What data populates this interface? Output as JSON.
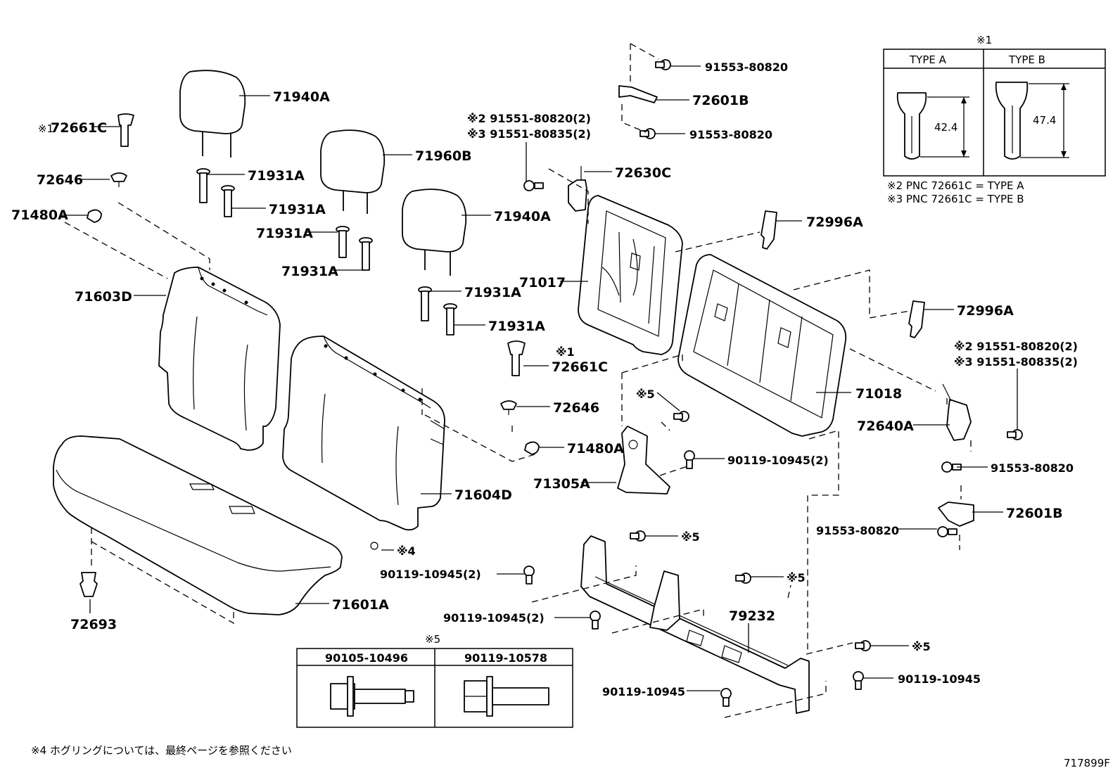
{
  "labels": {
    "p71940A_a": "71940A",
    "p72661C_a": "72661C",
    "p72661C_a_mark": "※1",
    "p72646_a": "72646",
    "p71480A_a": "71480A",
    "p71931A_a": "71931A",
    "p71931A_b": "71931A",
    "p71931A_c": "71931A",
    "p71931A_d": "71931A",
    "p71960B": "71960B",
    "p71940A_b": "71940A",
    "p71931A_e": "71931A",
    "p71931A_f": "71931A",
    "p71603D": "71603D",
    "p71604D": "71604D",
    "p71601A": "71601A",
    "p72693": "72693",
    "ring_mark": "※4",
    "bolts_top_2": "※2 91551-80820(2)",
    "bolts_top_3": "※3 91551-80835(2)",
    "p91553_a": "91553-80820",
    "p72601B_a": "72601B",
    "p91553_b": "91553-80820",
    "p72630C": "72630C",
    "p71017": "71017",
    "p72996A_a": "72996A",
    "p72996A_b": "72996A",
    "p72661C_b_mark": "※1",
    "p72661C_b": "72661C",
    "p72646_b": "72646",
    "p71480A_b": "71480A",
    "p71018": "71018",
    "bolts_right_2": "※2 91551-80820(2)",
    "bolts_right_3": "※3 91551-80835(2)",
    "p72640A": "72640A",
    "p91553_c": "91553-80820",
    "p72601B_b": "72601B",
    "p91553_d": "91553-80820",
    "mark5_a": "※5",
    "p90119_a": "90119-10945(2)",
    "p71305A": "71305A",
    "mark5_b": "※5",
    "p90119_b": "90119-10945(2)",
    "mark5_c": "※5",
    "p90119_c": "90119-10945(2)",
    "p79232": "79232",
    "mark5_d": "※5",
    "p90119_d": "90119-10945",
    "p90119_e": "90119-10945",
    "diagram_id": "717899F"
  },
  "type_table": {
    "mark": "※1",
    "col_a": "TYPE A",
    "col_b": "TYPE B",
    "dim_a": "42.4",
    "dim_b": "47.4",
    "note_2": "※2 PNC 72661C = TYPE A",
    "note_3": "※3 PNC 72661C = TYPE B"
  },
  "bolt_table": {
    "mark": "※5",
    "col_a": "90105-10496",
    "col_b": "90119-10578"
  },
  "footnote": "※4 ホグリングについては、最終ページを参照ください"
}
